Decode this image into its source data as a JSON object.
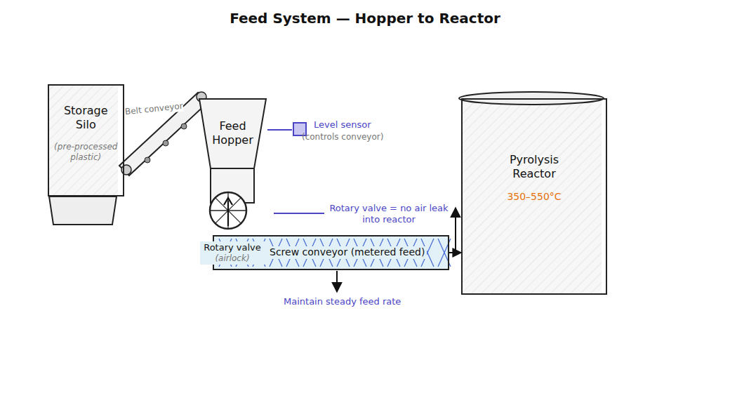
{
  "diagram": {
    "title": "Feed System — Hopper to Reactor",
    "nodes": [
      {
        "text": [
          "Storage Silo",
          "(pre-processed plastic)"
        ]
      },
      {
        "text": [
          "Feed Hopper"
        ]
      },
      {
        "text": [
          "Rotary valve",
          "(airlock)"
        ]
      },
      {
        "text": [
          "Screw conveyor (metered feed)"
        ]
      },
      {
        "text": [
          "Pyrolysis Reactor",
          "350–550°C"
        ]
      }
    ],
    "edges": [
      {
        "from": 3,
        "to": 4,
        "arrow": "to"
      }
    ],
    "labels": [
      "Belt conveyor",
      "Level sensor",
      "(controls conveyor)",
      "Rotary valve = no air leak into reactor",
      "Maintain steady feed rate"
    ]
  }
}
